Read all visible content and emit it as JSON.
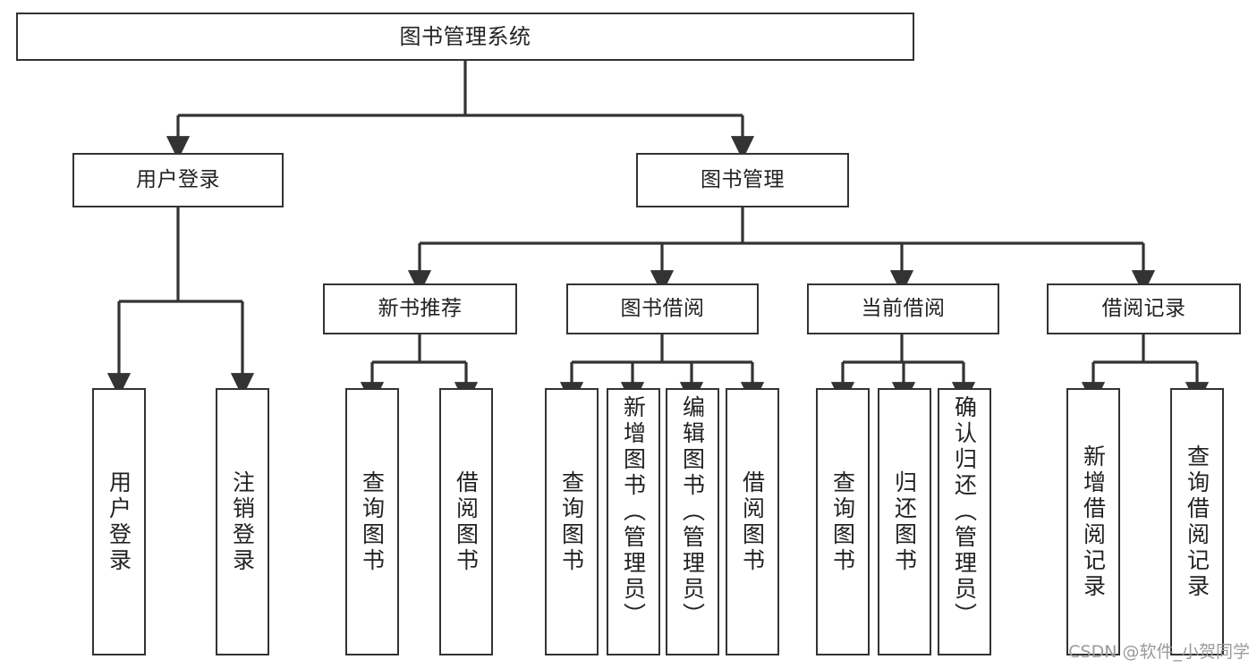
{
  "diagram": {
    "title": "图书管理系统",
    "watermark": "CSDN @软件_小贺同学",
    "edge_color": "#333333",
    "box_border_color": "#333333",
    "box_fill": "#ffffff",
    "text_color": "#222222"
  },
  "nodes": {
    "root": {
      "label": "图书管理系统"
    },
    "level2": [
      {
        "id": "user-login",
        "label": "用户登录"
      },
      {
        "id": "book-manage",
        "label": "图书管理"
      }
    ],
    "level3": [
      {
        "id": "new-book-recommend",
        "label": "新书推荐"
      },
      {
        "id": "book-borrow",
        "label": "图书借阅"
      },
      {
        "id": "current-borrow",
        "label": "当前借阅"
      },
      {
        "id": "borrow-record",
        "label": "借阅记录"
      }
    ],
    "leaves": [
      {
        "id": "leaf-user-login",
        "label": "用户登录"
      },
      {
        "id": "leaf-logout",
        "label": "注销登录"
      },
      {
        "id": "leaf-query-book-1",
        "label": "查询图书"
      },
      {
        "id": "leaf-borrow-book-1",
        "label": "借阅图书"
      },
      {
        "id": "leaf-query-book-2",
        "label": "查询图书"
      },
      {
        "id": "leaf-add-book",
        "label": "新增图书（管理员）"
      },
      {
        "id": "leaf-edit-book",
        "label": "编辑图书（管理员）"
      },
      {
        "id": "leaf-borrow-book-2",
        "label": "借阅图书"
      },
      {
        "id": "leaf-query-book-3",
        "label": "查询图书"
      },
      {
        "id": "leaf-return-book",
        "label": "归还图书"
      },
      {
        "id": "leaf-confirm-return",
        "label": "确认归还（管理员）"
      },
      {
        "id": "leaf-add-record",
        "label": "新增借阅记录"
      },
      {
        "id": "leaf-query-record",
        "label": "查询借阅记录"
      }
    ]
  },
  "chart_data": {
    "type": "diagram",
    "subtype": "tree",
    "title": "图书管理系统",
    "orientation": "top-down",
    "edges": [
      {
        "from": "图书管理系统",
        "to": "用户登录"
      },
      {
        "from": "图书管理系统",
        "to": "图书管理"
      },
      {
        "from": "用户登录",
        "to": "用户登录"
      },
      {
        "from": "用户登录",
        "to": "注销登录"
      },
      {
        "from": "图书管理",
        "to": "新书推荐"
      },
      {
        "from": "图书管理",
        "to": "图书借阅"
      },
      {
        "from": "图书管理",
        "to": "当前借阅"
      },
      {
        "from": "图书管理",
        "to": "借阅记录"
      },
      {
        "from": "新书推荐",
        "to": "查询图书"
      },
      {
        "from": "新书推荐",
        "to": "借阅图书"
      },
      {
        "from": "图书借阅",
        "to": "查询图书"
      },
      {
        "from": "图书借阅",
        "to": "新增图书（管理员）"
      },
      {
        "from": "图书借阅",
        "to": "编辑图书（管理员）"
      },
      {
        "from": "图书借阅",
        "to": "借阅图书"
      },
      {
        "from": "当前借阅",
        "to": "查询图书"
      },
      {
        "from": "当前借阅",
        "to": "归还图书"
      },
      {
        "from": "当前借阅",
        "to": "确认归还（管理员）"
      },
      {
        "from": "借阅记录",
        "to": "新增借阅记录"
      },
      {
        "from": "借阅记录",
        "to": "查询借阅记录"
      }
    ]
  }
}
